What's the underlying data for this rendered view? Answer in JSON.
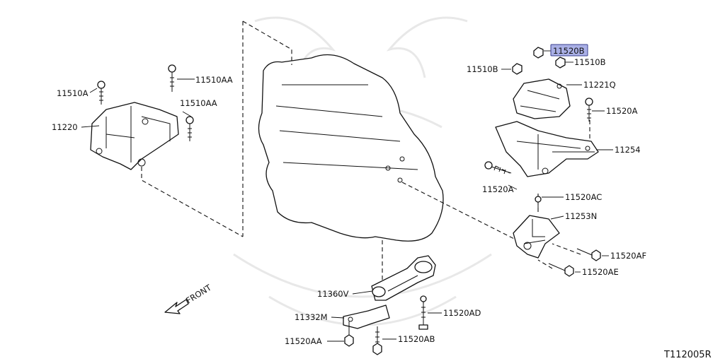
{
  "diagram": {
    "code": "T112005R",
    "front_label": "FRONT",
    "highlight_color": "#aab0e6"
  },
  "labels": {
    "p11510A": "11510A",
    "p11510AA_top": "11510AA",
    "p11510AA_mid": "11510AA",
    "p11220": "11220",
    "p11520B": "11520B",
    "p11510B_left": "11510B",
    "p11510B_right": "11510B",
    "p11221Q": "11221Q",
    "p11520A_right": "11520A",
    "p11254": "11254",
    "p11520A_bottom": "11520A",
    "p11520AC": "11520AC",
    "p11253N": "11253N",
    "p11520AF": "11520AF",
    "p11520AE": "11520AE",
    "p11360V": "11360V",
    "p11332M": "11332M",
    "p11520AD": "11520AD",
    "p11520AA_bottom": "11520AA",
    "p11520AB": "11520AB"
  }
}
